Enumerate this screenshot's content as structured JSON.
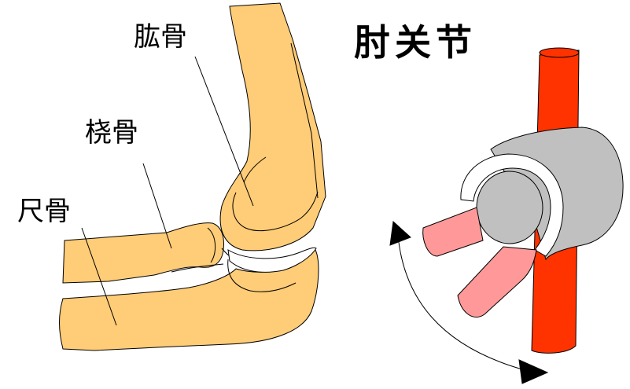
{
  "title": "肘关节",
  "labels": {
    "humerus": "肱骨",
    "radius": "桡骨",
    "ulna": "尺骨"
  },
  "colors": {
    "bone_fill": "#FFCC77",
    "artery": "#FF3300",
    "sleeve": "#C0C0C0",
    "pin": "#FF9999",
    "outline": "#000000"
  }
}
